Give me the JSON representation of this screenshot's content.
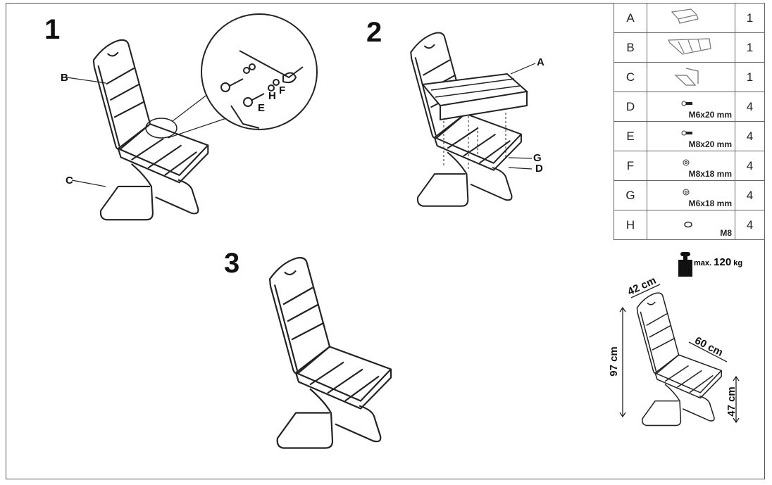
{
  "steps": [
    "1",
    "2",
    "3"
  ],
  "labels": {
    "a": "A",
    "b": "B",
    "c": "C",
    "d": "D",
    "e": "E",
    "f": "F",
    "g": "G",
    "h": "H"
  },
  "parts": [
    {
      "letter": "A",
      "icon": "seat-icon",
      "size": "",
      "qty": "1"
    },
    {
      "letter": "B",
      "icon": "backrest-icon",
      "size": "",
      "qty": "1"
    },
    {
      "letter": "C",
      "icon": "frame-icon",
      "size": "",
      "qty": "1"
    },
    {
      "letter": "D",
      "icon": "bolt-icon",
      "size": "M6x20 mm",
      "qty": "4"
    },
    {
      "letter": "E",
      "icon": "bolt-icon",
      "size": "M8x20 mm",
      "qty": "4"
    },
    {
      "letter": "F",
      "icon": "washer-icon",
      "size": "M8x18 mm",
      "qty": "4"
    },
    {
      "letter": "G",
      "icon": "washer-icon",
      "size": "M6x18 mm",
      "qty": "4"
    },
    {
      "letter": "H",
      "icon": "spring-washer-icon",
      "size": "M8",
      "qty": "4"
    }
  ],
  "max_load": {
    "prefix": "max.",
    "value": "120",
    "unit": "kg"
  },
  "dimensions": {
    "width": "42 cm",
    "depth": "60 cm",
    "height": "97 cm",
    "seat_height": "47 cm"
  }
}
